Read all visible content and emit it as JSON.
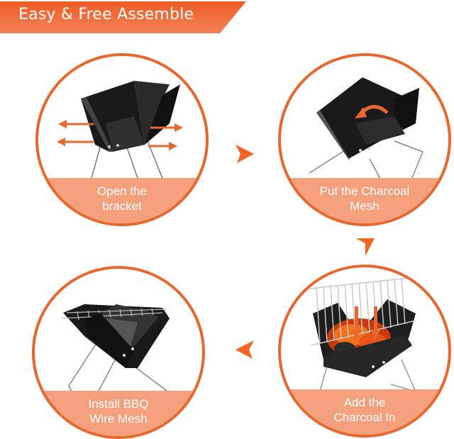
{
  "banner": {
    "title": "Easy & Free Assemble",
    "color_start": "#ef5a24",
    "color_end": "#f49a72"
  },
  "colors": {
    "accent": "#e8672e",
    "band": "#f5a07c",
    "arrow": "#f26522",
    "label_text": "#ffffff"
  },
  "steps": [
    {
      "order": 1,
      "label_line1": "Open the",
      "label_line2": "bracket",
      "icon": "grill-open-bracket-icon"
    },
    {
      "order": 2,
      "label_line1": "Put the Charcoal",
      "label_line2": "Mesh",
      "icon": "grill-charcoal-mesh-icon"
    },
    {
      "order": 3,
      "label_line1": "Add the",
      "label_line2": "Charcoal In",
      "icon": "grill-add-charcoal-icon"
    },
    {
      "order": 4,
      "label_line1": "Install BBQ",
      "label_line2": "Wire Mesh",
      "icon": "grill-wire-mesh-icon"
    }
  ],
  "arrows": [
    {
      "direction": "right",
      "from": 1,
      "to": 2
    },
    {
      "direction": "down",
      "from": 2,
      "to": 3
    },
    {
      "direction": "left",
      "from": 3,
      "to": 4
    }
  ]
}
